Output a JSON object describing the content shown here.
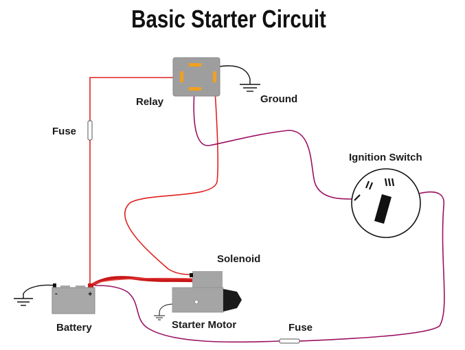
{
  "title": "Basic Starter Circuit",
  "labels": {
    "relay": "Relay",
    "ground": "Ground",
    "fuse_top": "Fuse",
    "ignition_switch": "Ignition Switch",
    "solenoid": "Solenoid",
    "battery": "Battery",
    "starter_motor": "Starter Motor",
    "fuse_bottom": "Fuse"
  },
  "ignition_marks": {
    "pos1": "I",
    "pos2": "II",
    "pos3": "III"
  },
  "battery_terminals": {
    "negative": "-",
    "positive": "+"
  },
  "colors": {
    "red_wire": "#e02020",
    "purple_wire": "#9a1060",
    "relay_pins": "#f0a020",
    "component_gray": "#9a9a9a",
    "title": "#111111"
  }
}
